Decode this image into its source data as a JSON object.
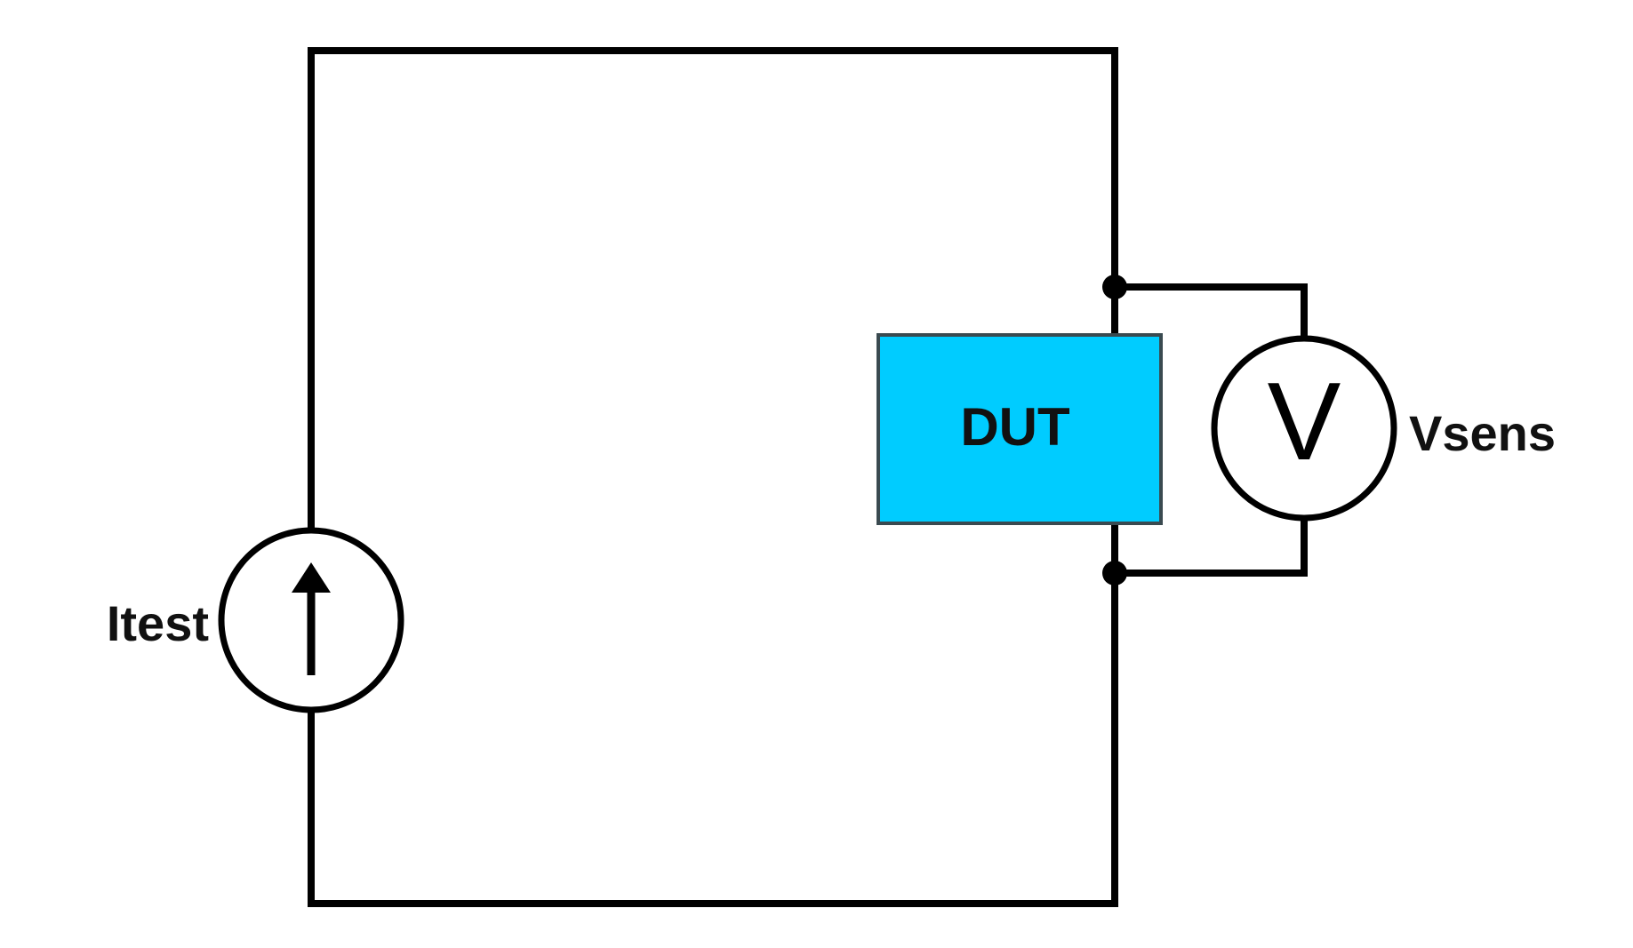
{
  "components": {
    "current_source": {
      "label": "Itest"
    },
    "dut": {
      "label": "DUT",
      "fill": "#00ccff"
    },
    "voltmeter": {
      "symbol": "V",
      "label": "Vsens"
    }
  },
  "colors": {
    "wire": "#000000",
    "background": "#ffffff"
  }
}
